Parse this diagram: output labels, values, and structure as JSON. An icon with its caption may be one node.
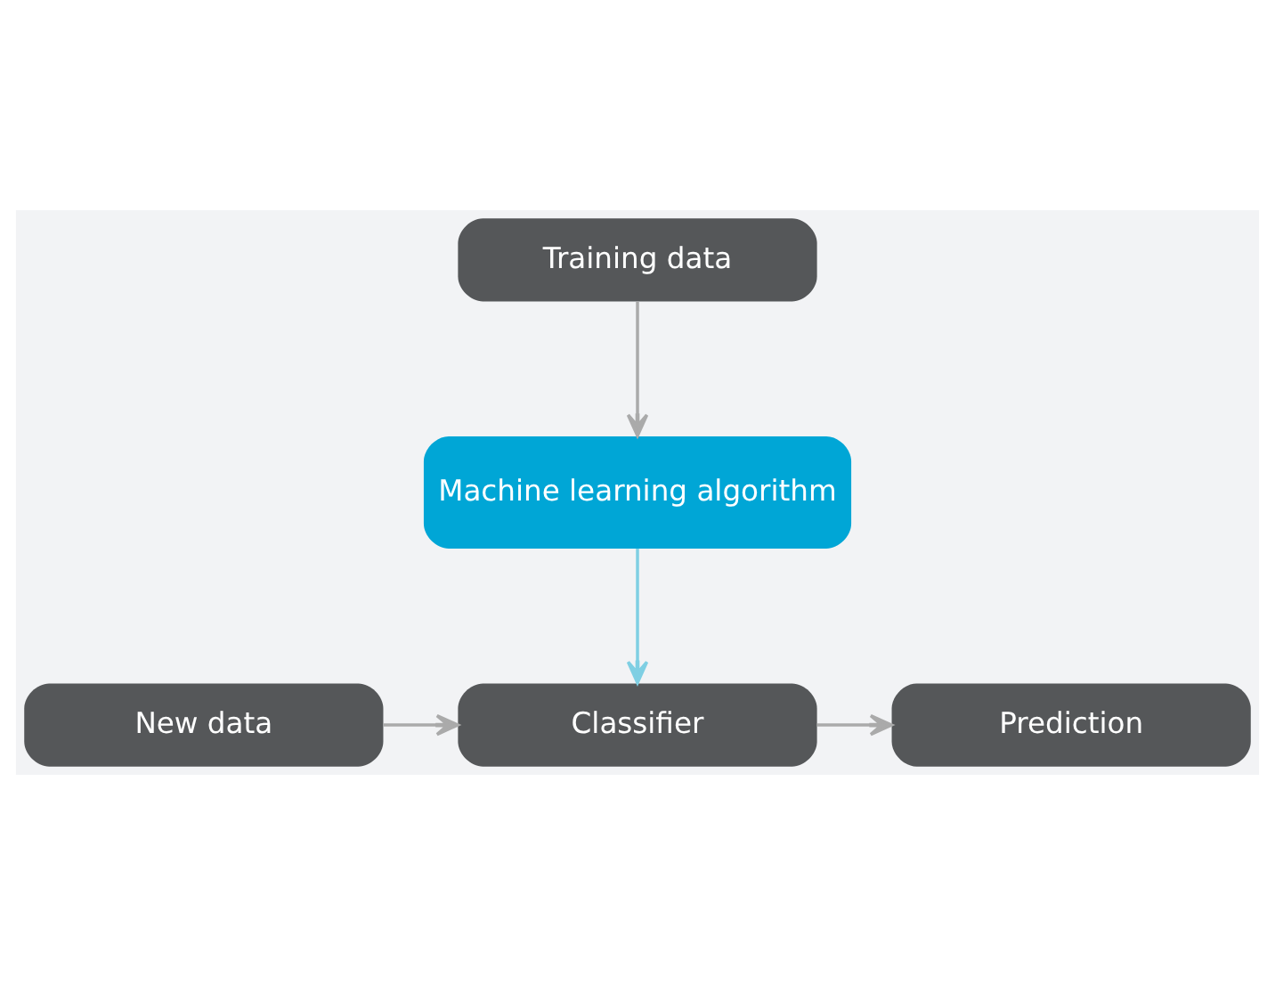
{
  "diagram": {
    "nodes": [
      {
        "text": [
          "Training data"
        ]
      },
      {
        "text": [
          "Machine learning algorithm"
        ]
      },
      {
        "text": [
          "New data"
        ]
      },
      {
        "text": [
          "Classifier"
        ]
      },
      {
        "text": [
          "Prediction"
        ]
      }
    ],
    "edges": [
      {
        "from": 0,
        "to": 1,
        "arrow": "to"
      },
      {
        "from": 1,
        "to": 3,
        "arrow": "to",
        "color": "#7fcfe3"
      },
      {
        "from": 2,
        "to": 3,
        "arrow": "to"
      },
      {
        "from": 3,
        "to": 4,
        "arrow": "to"
      }
    ]
  }
}
